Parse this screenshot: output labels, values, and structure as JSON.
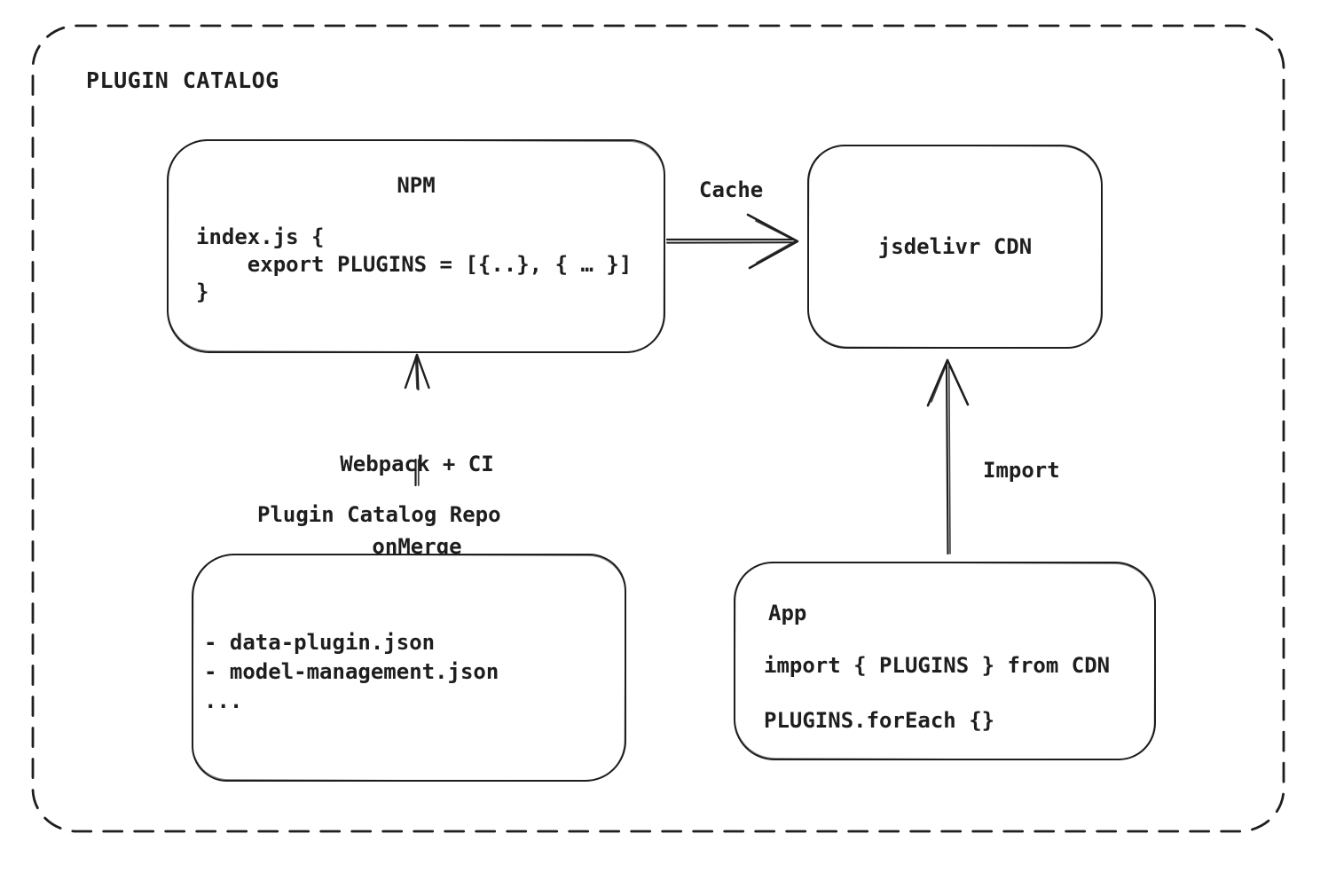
{
  "title": "PLUGIN CATALOG",
  "nodes": {
    "npm": {
      "title": "NPM",
      "code": [
        "index.js {",
        "    export PLUGINS = [{..}, { … }]",
        "}"
      ]
    },
    "cdn": {
      "title": "jsdelivr CDN"
    },
    "repo": {
      "title": "Plugin Catalog Repo",
      "files": [
        "- data-plugin.json",
        "- model-management.json",
        "..."
      ]
    },
    "app": {
      "title": "App",
      "code": [
        "import { PLUGINS } from CDN",
        "PLUGINS.forEach {}"
      ]
    }
  },
  "edges": {
    "cache": {
      "from": "NPM",
      "to": "jsdelivr CDN",
      "label": "Cache"
    },
    "build": {
      "from": "Plugin Catalog Repo",
      "to": "NPM",
      "label1": "Webpack + CI",
      "label2": "onMerge"
    },
    "import": {
      "from": "App",
      "to": "jsdelivr CDN",
      "label": "Import"
    }
  },
  "colors": {
    "stroke": "#1e1e1e",
    "background": "#ffffff"
  }
}
